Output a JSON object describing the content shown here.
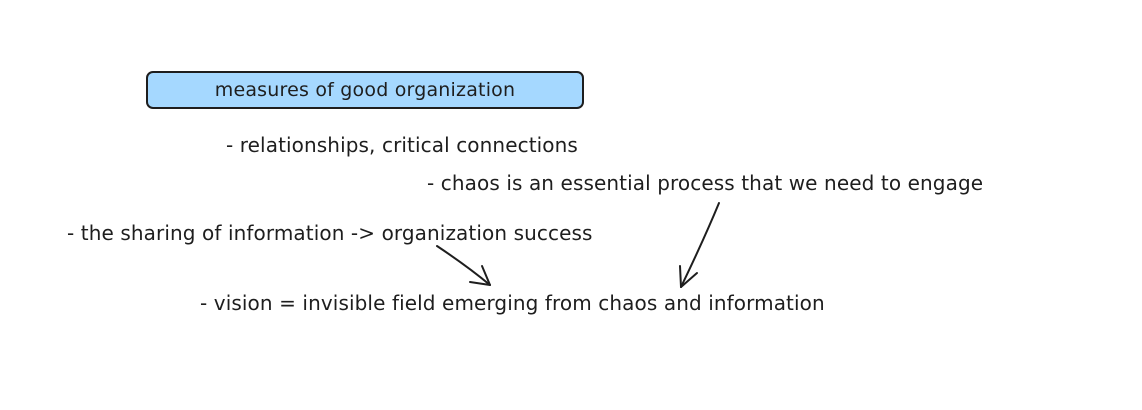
{
  "diagram": {
    "title": "measures of good organization",
    "notes": [
      "- relationships, critical connections",
      "- chaos is an essential process that we need to engage",
      "- the sharing of information -> organization success",
      "- vision = invisible field emerging from chaos and information"
    ]
  },
  "colors": {
    "title_fill": "#a5d8ff",
    "stroke": "#1e1e1e",
    "background": "#ffffff"
  }
}
